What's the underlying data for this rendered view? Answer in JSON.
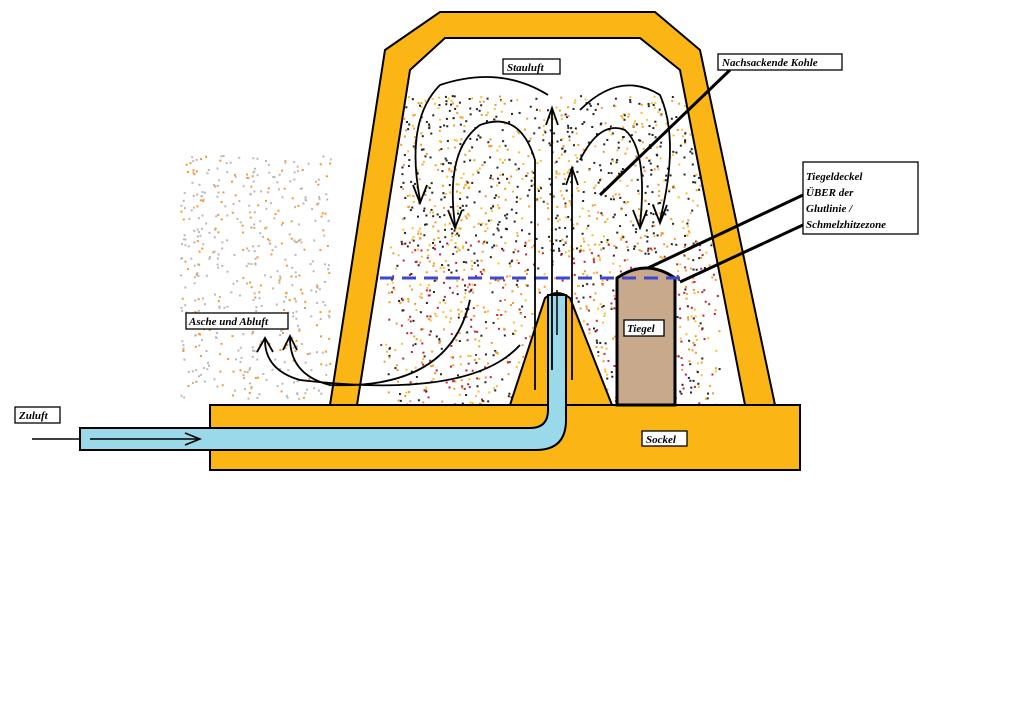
{
  "labels": {
    "stauluft": "Stauluft",
    "nachsackende_kohle": "Nachsackende Kohle",
    "tiegeldeckel": [
      "Tiegeldeckel",
      "ÜBER der",
      "Glutlinie /",
      "Schmelzhitzezone"
    ],
    "asche_abluft": "Asche und Abluft",
    "tiegel": "Tiegel",
    "zuluft": "Zuluft",
    "sockel": "Sockel"
  },
  "colors": {
    "furnace": "#fbb615",
    "pipe": "#99d9ea",
    "crucible": "#c9a98c",
    "glow_line": "#3f48cc",
    "ember_red": "#c0203a",
    "ember_orange": "#f39a2a",
    "coal": "#222222",
    "ash": "#b8b8b8"
  }
}
